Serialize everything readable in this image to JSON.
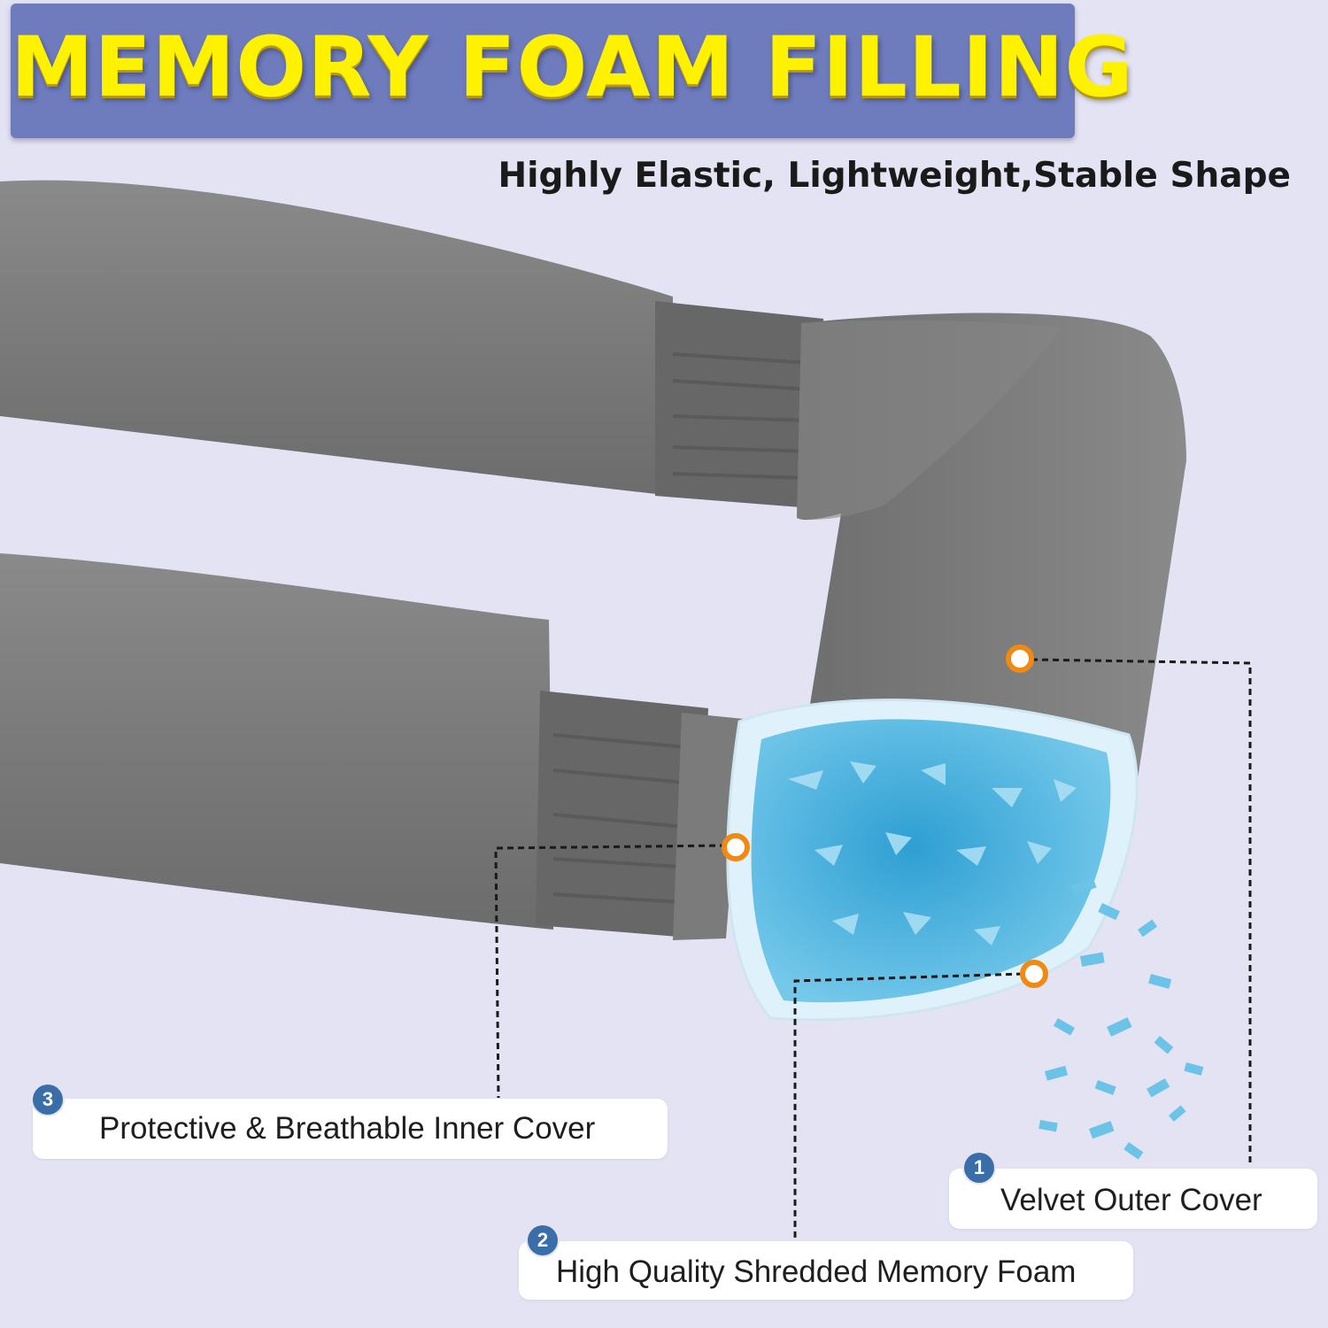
{
  "header": {
    "title": "MEMORY FOAM FILLING",
    "subtitle": "Highly Elastic, Lightweight,Stable Shape"
  },
  "callouts": [
    {
      "number": "1",
      "label": "Velvet  Outer Cover"
    },
    {
      "number": "2",
      "label": "High Quality Shredded Memory Foam"
    },
    {
      "number": "3",
      "label": "Protective & Breathable Inner Cover"
    }
  ],
  "colors": {
    "background": "#e4e3f3",
    "banner": "#6e7bbd",
    "title_text": "#fff200",
    "pillow": "#7c7c7c",
    "foam": "#5ab8df",
    "marker": "#f08a12",
    "badge": "#3a6ea8"
  },
  "icons": [
    "marker-dot-icon",
    "number-badge-icon"
  ]
}
